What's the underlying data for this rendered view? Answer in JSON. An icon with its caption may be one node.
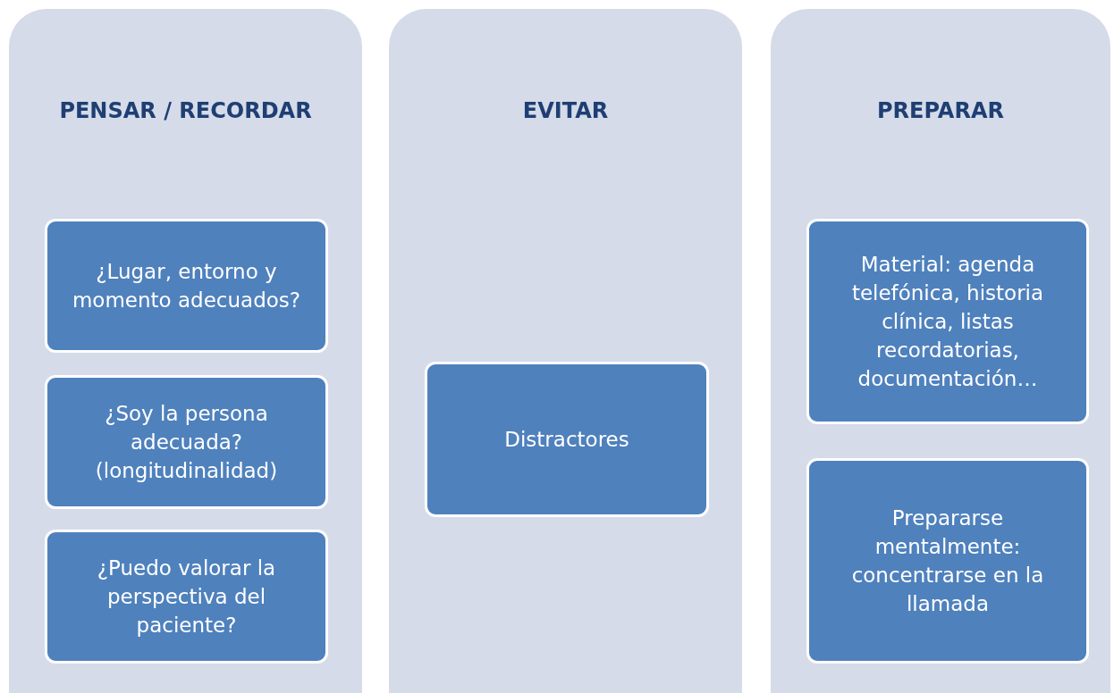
{
  "diagram": {
    "nodes": [
      {
        "text": [
          "PENSAR / RECORDAR"
        ]
      },
      {
        "text": [
          "¿Lugar, entorno y momento adecuados?"
        ],
        "in": 0
      },
      {
        "text": [
          "¿Soy la persona adecuada? (longitudinalidad)"
        ],
        "in": 0
      },
      {
        "text": [
          "¿Puedo valorar la perspectiva del paciente?"
        ],
        "in": 0
      },
      {
        "text": [
          "EVITAR"
        ]
      },
      {
        "text": [
          "Distractores"
        ],
        "in": 4
      },
      {
        "text": [
          "PREPARAR"
        ]
      },
      {
        "text": [
          "Material: agenda telefónica, historia clínica, listas recordatorias, documentación…"
        ],
        "in": 6
      },
      {
        "text": [
          "Prepararse mentalmente: concentrarse en la llamada"
        ],
        "in": 6
      }
    ]
  }
}
